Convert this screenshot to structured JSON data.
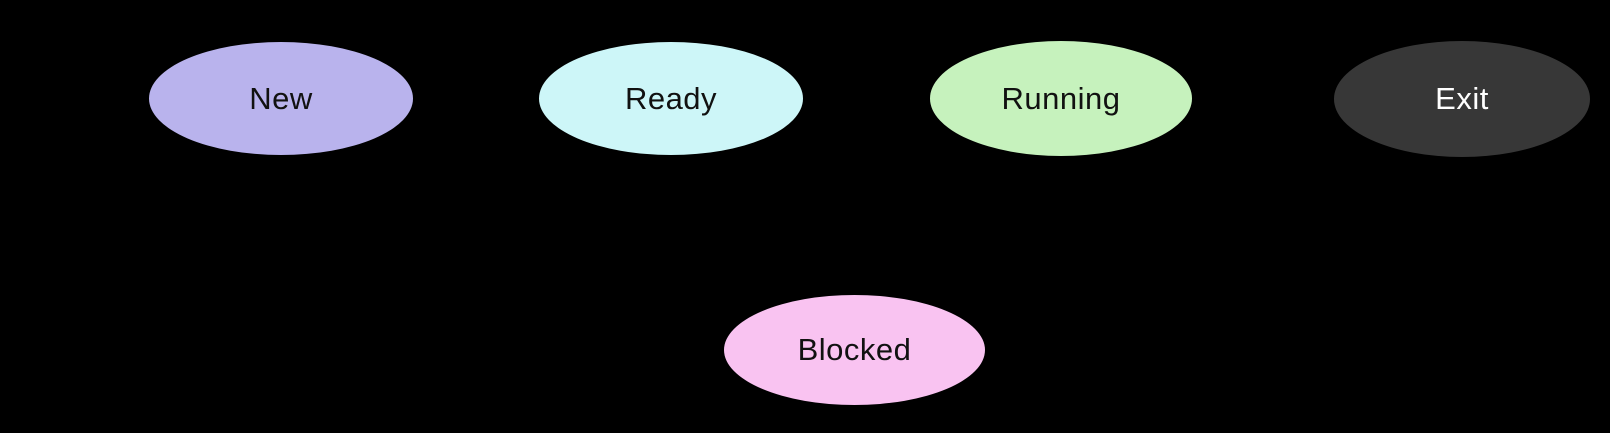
{
  "diagram": {
    "background_color": "#000000",
    "nodes": {
      "new": {
        "label": "New",
        "fill": "#b9b3ed",
        "text_color": "#111111"
      },
      "ready": {
        "label": "Ready",
        "fill": "#cdf6f8",
        "text_color": "#111111"
      },
      "running": {
        "label": "Running",
        "fill": "#c6f2bd",
        "text_color": "#111111"
      },
      "exit": {
        "label": "Exit",
        "fill": "#373737",
        "text_color": "#ffffff"
      },
      "blocked": {
        "label": "Blocked",
        "fill": "#f9c3f1",
        "text_color": "#111111"
      }
    }
  }
}
